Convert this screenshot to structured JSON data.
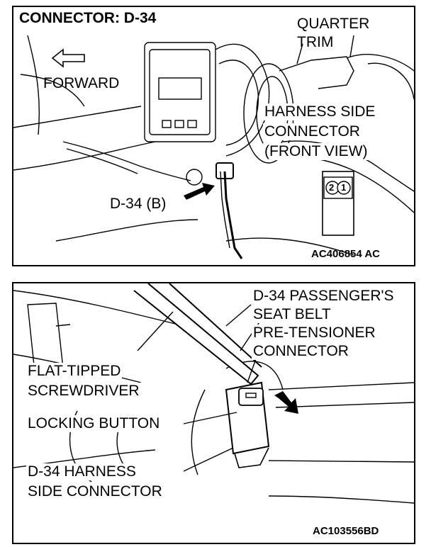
{
  "top_panel": {
    "title": "CONNECTOR: D-34",
    "label_quarter_trim_line1": "QUARTER",
    "label_quarter_trim_line2": "TRIM",
    "label_forward": "FORWARD",
    "label_harness_line1": "HARNESS SIDE",
    "label_harness_line2": "CONNECTOR",
    "label_harness_line3": "(FRONT VIEW)",
    "label_d34b": "D-34 (B)",
    "pin_2": "2",
    "pin_1": "1",
    "figure_code": "AC406854 AC"
  },
  "bottom_panel": {
    "label_passenger_line1": "D-34 PASSENGER'S",
    "label_passenger_line2": "SEAT BELT",
    "label_passenger_line3": "PRE-TENSIONER",
    "label_passenger_line4": "CONNECTOR",
    "label_screwdriver_line1": "FLAT-TIPPED",
    "label_screwdriver_line2": "SCREWDRIVER",
    "label_locking_button": "LOCKING BUTTON",
    "label_harness_line1": "D-34 HARNESS",
    "label_harness_line2": "SIDE CONNECTOR",
    "figure_code": "AC103556BD"
  }
}
